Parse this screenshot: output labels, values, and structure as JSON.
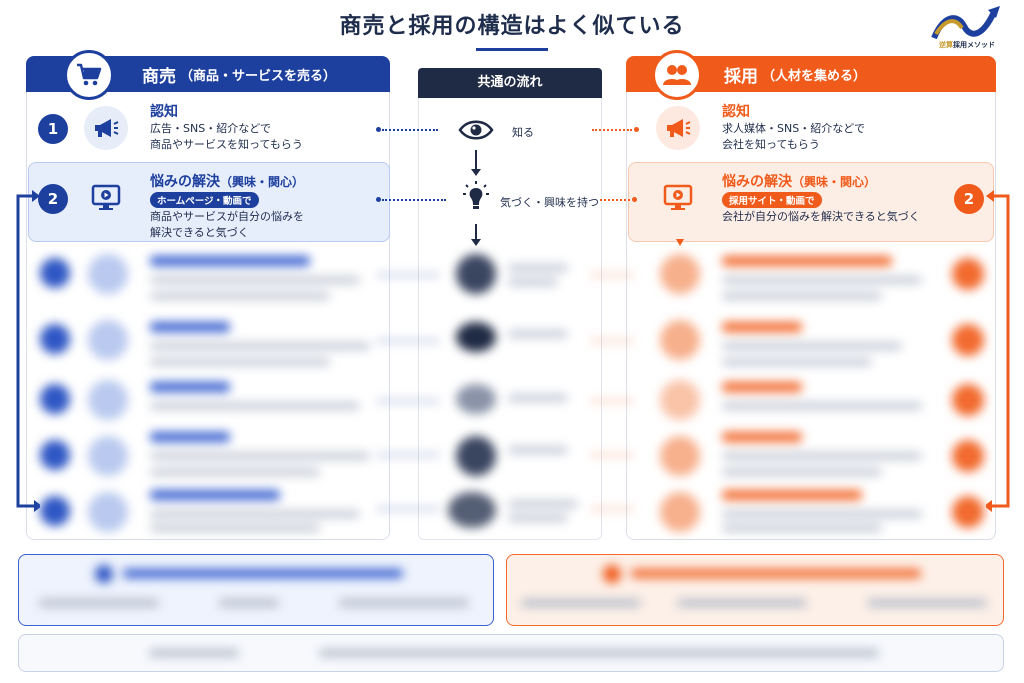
{
  "title": "商売と採用の構造はよく似ている",
  "logo": {
    "text_gold": "逆算",
    "text_main": "採用メソッド"
  },
  "left": {
    "main_label": "商売",
    "sub_label": "（商品・サービスを売る）",
    "steps": [
      {
        "num": "1",
        "title": "認知",
        "desc1": "広告・SNS・紹介などで",
        "desc2": "商品やサービスを知ってもらう"
      },
      {
        "num": "2",
        "title": "悩みの解決",
        "title_paren": "（興味・関心）",
        "pill": "ホームページ・動画で",
        "desc1": "商品やサービスが自分の悩みを",
        "desc2": "解決できると気づく"
      }
    ]
  },
  "center": {
    "header": "共通の流れ",
    "steps": [
      {
        "label": "知る"
      },
      {
        "label": "気づく・興味を持つ"
      }
    ]
  },
  "right": {
    "main_label": "採用",
    "sub_label": "（人材を集める）",
    "steps": [
      {
        "title": "認知",
        "desc1": "求人媒体・SNS・紹介などで",
        "desc2": "会社を知ってもらう"
      },
      {
        "num": "2",
        "title": "悩みの解決",
        "title_paren": "（興味・関心）",
        "pill": "採用サイト・動画で",
        "desc1": "会社が自分の悩みを解決できると気づく"
      }
    ]
  },
  "colors": {
    "blue": "#1d3f9e",
    "orange": "#f05a1a",
    "navy": "#1f2a44"
  },
  "icons": {
    "left_header": "cart-icon",
    "right_header": "people-icon",
    "step1": "megaphone-icon",
    "step2": "video-play-icon",
    "center1": "eye-icon",
    "center2": "lightbulb-icon"
  }
}
